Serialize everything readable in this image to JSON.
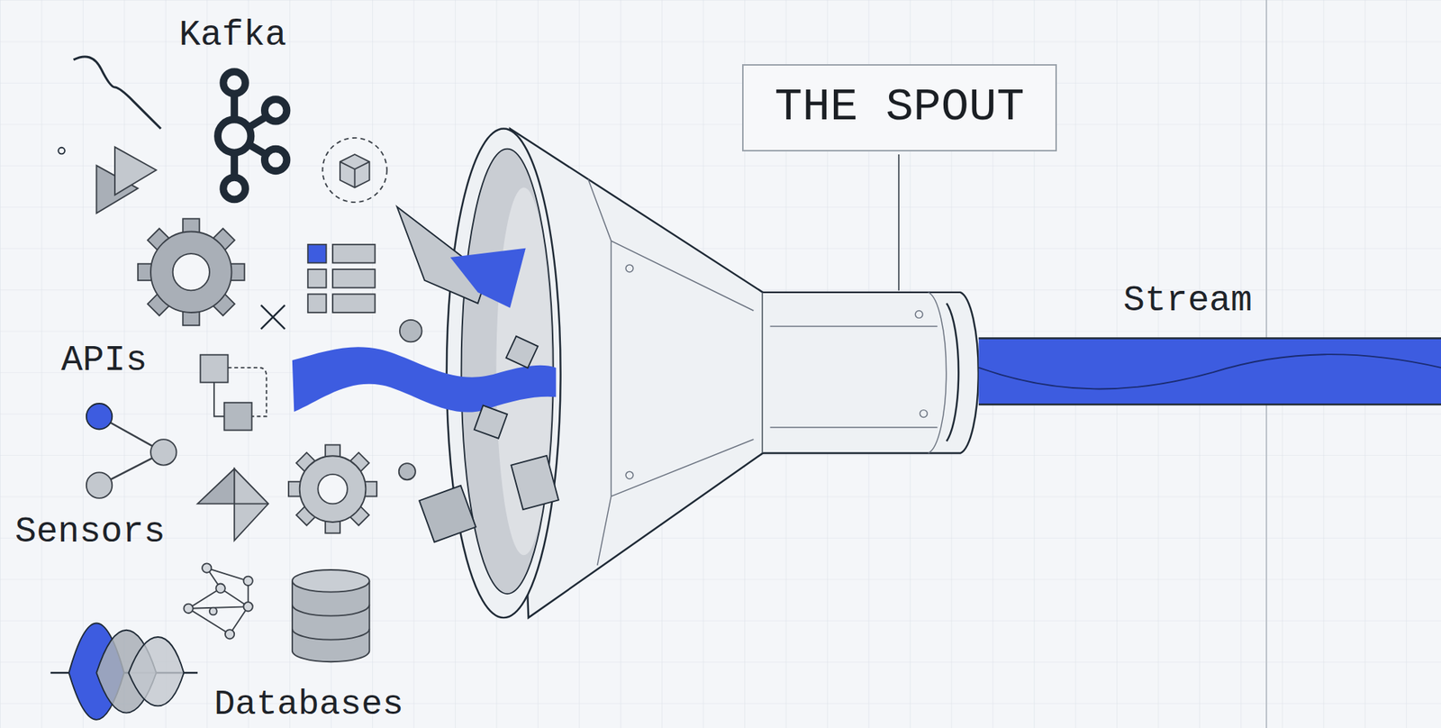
{
  "diagram": {
    "nodes": [
      {
        "text": [
          "THE SPOUT"
        ]
      }
    ],
    "labels": [
      "Kafka",
      "APIs",
      "Sensors",
      "Databases",
      "Stream"
    ]
  }
}
